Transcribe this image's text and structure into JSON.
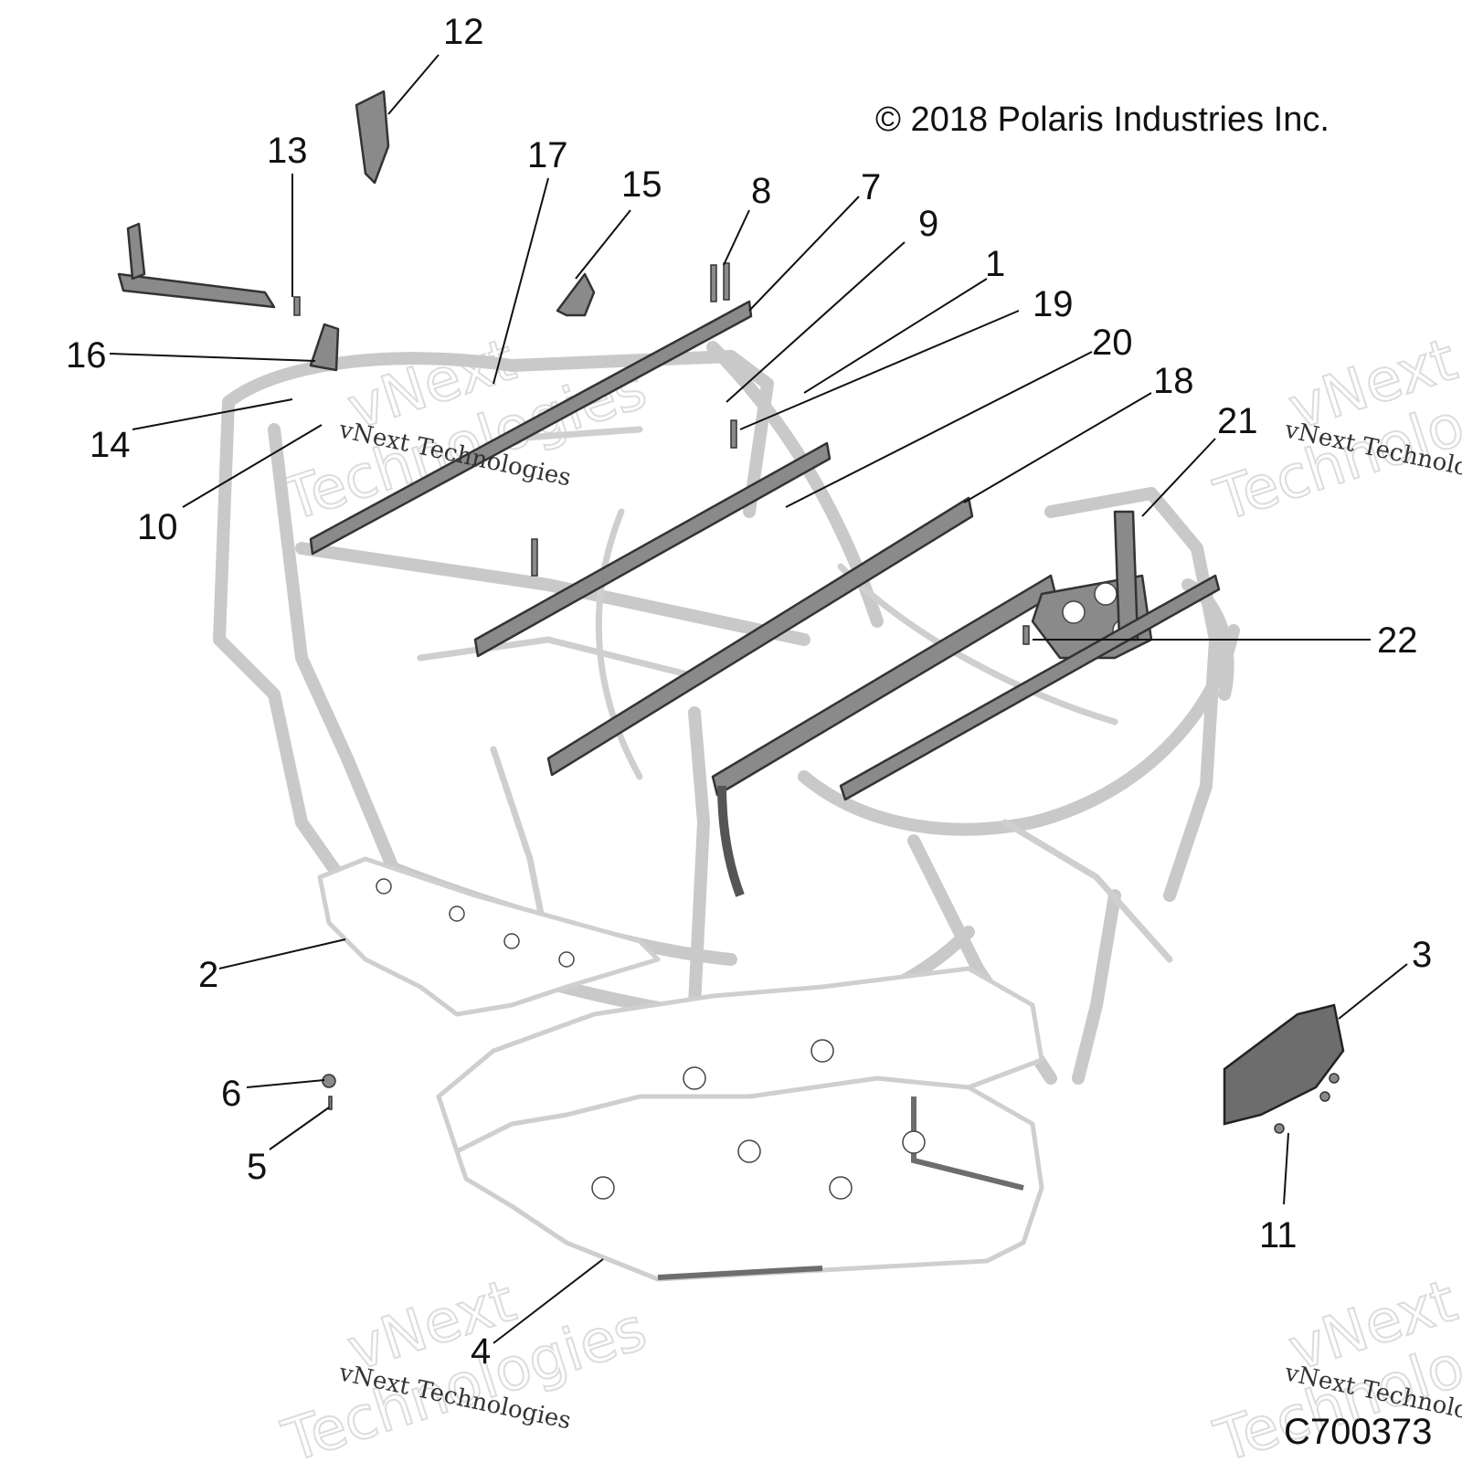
{
  "copyright": "© 2018 Polaris Industries Inc.",
  "diagram_id": "C700373",
  "watermarks": {
    "small": "vNext Technologies",
    "big_top": "vNext",
    "big_bottom": "Technologies"
  },
  "callouts": [
    "1",
    "2",
    "3",
    "4",
    "5",
    "6",
    "7",
    "8",
    "9",
    "10",
    "11",
    "12",
    "13",
    "14",
    "15",
    "16",
    "17",
    "18",
    "19",
    "20",
    "21",
    "22"
  ]
}
